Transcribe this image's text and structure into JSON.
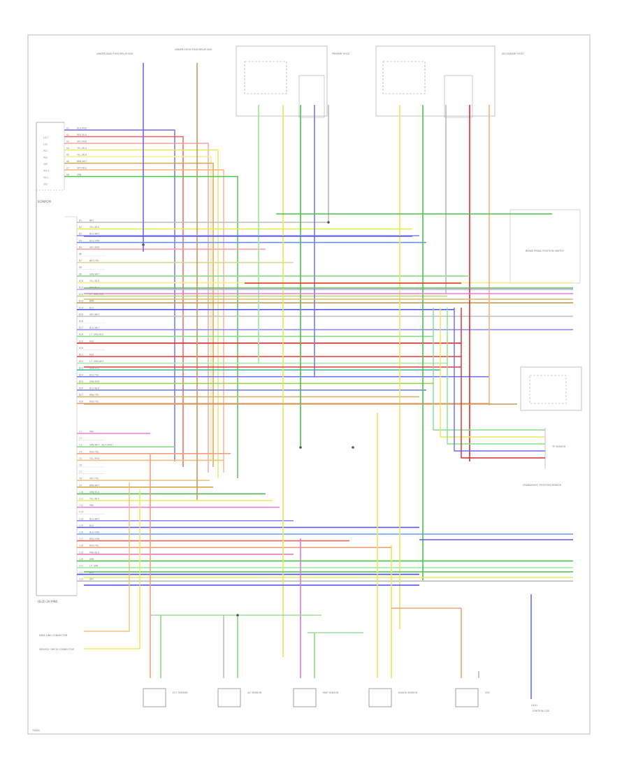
{
  "diagram": {
    "footer_code": "T0000",
    "ecm": {
      "upper_pins": [
        {
          "pin": "A1",
          "wire": "BLU/RED",
          "color": "#6a6af0"
        },
        {
          "pin": "A2",
          "wire": "RED/BLK",
          "color": "#f05a5a"
        },
        {
          "pin": "A3",
          "wire": "GRY/RED",
          "color": "#f7a0a0"
        },
        {
          "pin": "A4",
          "wire": "YEL/BLU",
          "color": "#e8e85a"
        },
        {
          "pin": "A5",
          "wire": "YEL/BLK",
          "color": "#f0f090"
        },
        {
          "pin": "A6",
          "wire": "BRN/WHT",
          "color": "#d8a64a"
        },
        {
          "pin": "A7",
          "wire": "GRY/BLK",
          "color": "#f7b07a"
        },
        {
          "pin": "A8",
          "wire": "GRN",
          "color": "#4ac24a"
        }
      ],
      "upper_side_labels": [
        "LG1",
        "LG2",
        "PG1",
        "PG2",
        "IGP",
        "VCC1",
        "SG1",
        "SG2"
      ],
      "lower_pins": [
        {
          "pin": "B1",
          "wire": "WHT",
          "color": "#bbbbbb"
        },
        {
          "pin": "B2",
          "wire": "YEL/BLU",
          "color": "#e8e85a"
        },
        {
          "pin": "B3",
          "wire": "BLU/WHT",
          "color": "#8c8cf0"
        },
        {
          "pin": "B4",
          "wire": "BLU/GRN",
          "color": "#6a9af0"
        },
        {
          "pin": "B5",
          "wire": "GRY/RED",
          "color": "#f7a0a0"
        },
        {
          "pin": "B6",
          "wire": "",
          "color": "#cccccc"
        },
        {
          "pin": "B7",
          "wire": "WHT/YEL",
          "color": "#d8d88a"
        },
        {
          "pin": "B8",
          "wire": "",
          "color": "#cccccc"
        },
        {
          "pin": "B9",
          "wire": "GRN/WHT",
          "color": "#8ad88a"
        },
        {
          "pin": "B10",
          "wire": "YEL/BLK",
          "color": "#f0f090"
        },
        {
          "pin": "B11",
          "wire": "GRY/BLU",
          "color": "#c9a0f0"
        },
        {
          "pin": "B12",
          "wire": "LT GRN/RED",
          "color": "#b8d870"
        },
        {
          "pin": "B13",
          "wire": "BRN",
          "color": "#c89a5a"
        },
        {
          "pin": "B14",
          "wire": "BLU",
          "color": "#5a5af0"
        },
        {
          "pin": "B15",
          "wire": "GRY/WHT",
          "color": "#bfbfbf"
        },
        {
          "pin": "B16",
          "wire": "",
          "color": "#cccccc"
        },
        {
          "pin": "B17",
          "wire": "BLU/WHT",
          "color": "#8c8cf0"
        },
        {
          "pin": "B18",
          "wire": "LT GRN/BLK",
          "color": "#8ae08a"
        },
        {
          "pin": "B19",
          "wire": "RED",
          "color": "#e02a2a"
        },
        {
          "pin": "B20",
          "wire": "",
          "color": "#cccccc"
        },
        {
          "pin": "B21",
          "wire": "RED",
          "color": "#e83a3a"
        },
        {
          "pin": "B22",
          "wire": "LT GRN/WHT",
          "color": "#a8e8a8"
        },
        {
          "pin": "B23",
          "wire": "GRN/BLU",
          "color": "#4ab89a"
        },
        {
          "pin": "B24",
          "wire": "BLU/YEL",
          "color": "#7a7ae8"
        },
        {
          "pin": "B25",
          "wire": "GRN/RED",
          "color": "#9ad05a"
        },
        {
          "pin": "B26",
          "wire": "BLU/BLK",
          "color": "#6a7ae0"
        },
        {
          "pin": "B27",
          "wire": "BRN/YEL",
          "color": "#d0b06a"
        },
        {
          "pin": "B28",
          "wire": "RED/YEL",
          "color": "#f0a07a"
        }
      ],
      "bottom_pins": [
        {
          "pin": "C1",
          "wire": "PNK",
          "color": "#f07ad8"
        },
        {
          "pin": "C2",
          "wire": "",
          "color": "#cccccc"
        },
        {
          "pin": "C3",
          "wire": "GRN/WHT (BLK/WHT)",
          "color": "#8ad88a"
        },
        {
          "pin": "C4",
          "wire": "RED/YEL",
          "color": "#f0a07a"
        },
        {
          "pin": "C5",
          "wire": "YEL/RED",
          "color": "#f0c07a"
        },
        {
          "pin": "C6",
          "wire": "",
          "color": "#cccccc"
        },
        {
          "pin": "C7",
          "wire": "",
          "color": "#cccccc"
        },
        {
          "pin": "C8",
          "wire": "GRY/YEL",
          "color": "#e0c890"
        },
        {
          "pin": "C9",
          "wire": "BRN/WHT",
          "color": "#d8a64a"
        },
        {
          "pin": "C10",
          "wire": "GRN/BLK",
          "color": "#5ab05a"
        },
        {
          "pin": "C11",
          "wire": "YEL/BLU",
          "color": "#e8e85a"
        },
        {
          "pin": "C12",
          "wire": "PNK",
          "color": "#f07ad8"
        },
        {
          "pin": "C13",
          "wire": "",
          "color": "#cccccc"
        },
        {
          "pin": "C14",
          "wire": "BLU/WHT",
          "color": "#8c8cf0"
        },
        {
          "pin": "C15",
          "wire": "BLU",
          "color": "#5a5af0"
        },
        {
          "pin": "C16",
          "wire": "BLU/GRN",
          "color": "#6a9af0"
        },
        {
          "pin": "C17",
          "wire": "RED/GRN",
          "color": "#e06a5a"
        },
        {
          "pin": "C18",
          "wire": "RED/YEL",
          "color": "#f0a07a"
        },
        {
          "pin": "C19",
          "wire": "PNK/BLK",
          "color": "#e07ac8"
        },
        {
          "pin": "C20",
          "wire": "GRN",
          "color": "#4ac24a"
        },
        {
          "pin": "C21",
          "wire": "LT GRN",
          "color": "#9ae89a"
        },
        {
          "pin": "C22",
          "wire": "BLU",
          "color": "#4a4af0"
        },
        {
          "pin": "C23",
          "wire": "GRY",
          "color": "#bbbbbb"
        }
      ],
      "label": "ECM/PCM",
      "bottom_label": "(ELD) 2H PINS"
    },
    "top_labels": {
      "fuse_a": "UNDER-DASH FUSE/RELAY BOX",
      "fuse_b": "UNDER-HOOD FUSE/RELAY BOX",
      "sensor_a": "PRIMARY HO2S",
      "sensor_b": "SECONDARY HO2S"
    },
    "right_labels": {
      "switch": "BRAKE PEDAL POSITION SWITCH",
      "module": "CRANKSHAFT POSITION SENSOR",
      "ctrl": "TP SENSOR",
      "ground": "IGNITION COIL"
    },
    "bottom_components": [
      {
        "id": "cmp1",
        "label": "ECT SENSOR"
      },
      {
        "id": "cmp2",
        "label": "IAT SENSOR"
      },
      {
        "id": "cmp3",
        "label": "MAP SENSOR"
      },
      {
        "id": "cmp4",
        "label": "KNOCK SENSOR"
      },
      {
        "id": "cmp5",
        "label": "VSS"
      }
    ],
    "left_components": [
      {
        "id": "lc1",
        "label": "DATA LINK CONNECTOR"
      },
      {
        "id": "lc2",
        "label": "SERVICE CHECK CONNECTOR"
      }
    ],
    "ground_label": "G101"
  }
}
